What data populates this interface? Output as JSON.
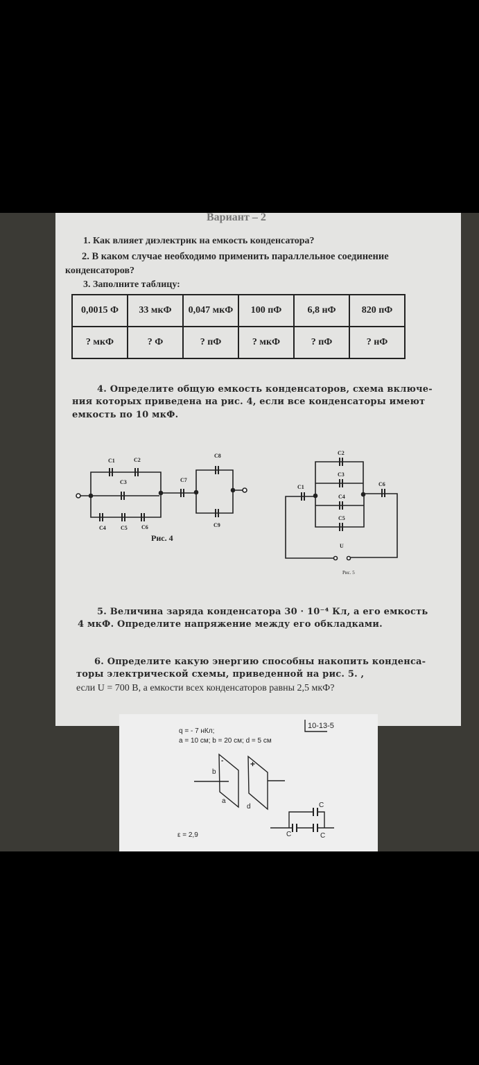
{
  "header": {
    "title": "Вариант – 2"
  },
  "questions": {
    "q1": "1. Как влияет диэлектрик на емкость конденсатора?",
    "q2_line1": "2. В каком случае необходимо применить параллельное соединение",
    "q2_line2": "конденсаторов?",
    "q3": "3. Заполните таблицу:",
    "q4_line1": "4.  Определите общую емкость конденсаторов, схема включе-",
    "q4_line2": "ния которых приведена на рис. 4, если все конденсаторы имеют",
    "q4_line3": "емкость по 10 мкФ.",
    "q5_line1": "5.  Величина заряда конденсатора 30 · 10⁻⁴ Кл, а его емкость",
    "q5_line2": "4 мкФ. Определите напряжение между его обкладками.",
    "q6_line1": "6.  Определите какую энергию способны накопить конденса-",
    "q6_line2": "торы электрической схемы, приведенной на рис. 5. ,",
    "q6_line3": "если U = 700 В, а емкости всех конденсаторов равны 2,5 мкФ?"
  },
  "table": {
    "rows": [
      [
        "0,0015 Ф",
        "33 мкФ",
        "0,047 мкФ",
        "100 пФ",
        "6,8 нФ",
        "820 пФ"
      ],
      [
        "? мкФ",
        "? Ф",
        "? пФ",
        "? мкФ",
        "? пФ",
        "? нФ"
      ]
    ]
  },
  "fig4": {
    "labels": [
      "C1",
      "C2",
      "C3",
      "C4",
      "C5",
      "C6",
      "C7",
      "C8",
      "C9"
    ],
    "caption": "Рис. 4"
  },
  "fig5": {
    "labels": [
      "C1",
      "C2",
      "C3",
      "C4",
      "C5",
      "C6"
    ],
    "voltage": "U",
    "caption": "Рис. 5"
  },
  "card": {
    "code": "10-13-5",
    "line1": "q = - 7 нКл;",
    "line2": "a = 10 см; b = 20 см; d = 5 см",
    "b": "b",
    "a": "a",
    "d": "d",
    "minus": "-",
    "plus": "+",
    "eps": "ε = 2,9",
    "c": "C"
  }
}
